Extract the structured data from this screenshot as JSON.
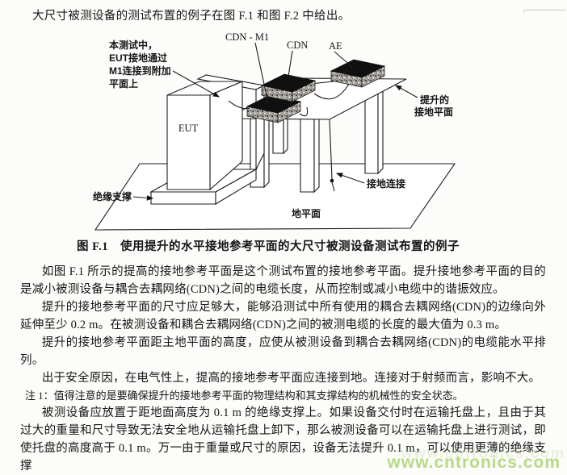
{
  "doc": {
    "intro": "大尺寸被测设备的测试布置的例子在图 F.1 和图 F.2 中给出。",
    "figure_caption": "图 F.1　使用提升的水平接地参考平面的大尺寸被测设备测试布置的例子",
    "paragraphs": [
      "如图 F.1 所示的提高的接地参考平面是这个测试布置的接地参考平面。提升接地参考平面的目的是减小被测设备与耦合去耦网络(CDN)之间的电缆长度，从而控制或减小电缆中的谐振效应。",
      "提升的接地参考平面的尺寸应足够大，能够沿测试中所有使用的耦合去耦网络(CDN)的边缘向外延伸至少 0.2 m。在被测设备和耦合去耦网络(CDN)之间的被测电缆的长度的最大值为 0.3 m。",
      "提升的接地参考平面距主地平面的高度，应使从被测设备到耦合去耦网络(CDN)的电缆能水平排列。",
      "出于安全原因，在电气性上，提高的接地参考平面应连接到地。连接对于射频而言，影响不大。"
    ],
    "note1": "注 1：值得注意的是要确保提升的接地参考平面的物理结构和其支撑结构的机械性的安全状态。",
    "paragraph5": "被测设备应放置于距地面高度为 0.1 m 的绝缘支撑上。如果设备交付时在运输托盘上，且由于其过大的重量和尺寸导致无法安全地从运输托盘上卸下，那么被测设备可以在运输托盘上进行测试，即使托盘的高度高于 0.1 m。万一由于重量或尺寸的原因，设备无法提升 0.1 m，可以使用更薄的绝缘支撑",
    "watermark": "www.cntronics.com",
    "watermark_color": "#8bc63e"
  },
  "diagram": {
    "labels": {
      "cdn_m1": "CDN - M1",
      "cdn": "CDN",
      "ae": "AE",
      "eut": "EUT",
      "elevated_plane_line1": "提升的",
      "elevated_plane_line2": "接地平面",
      "ground_connection": "接地连接",
      "ground_plane": "地平面",
      "insulating_support": "绝缘支撑",
      "annotation_line1": "本测试中，",
      "annotation_line2": "EUT接地通过",
      "annotation_line3": "M1连接到附加",
      "annotation_line4": "平面上"
    },
    "line_color": "#1c1c1c"
  }
}
